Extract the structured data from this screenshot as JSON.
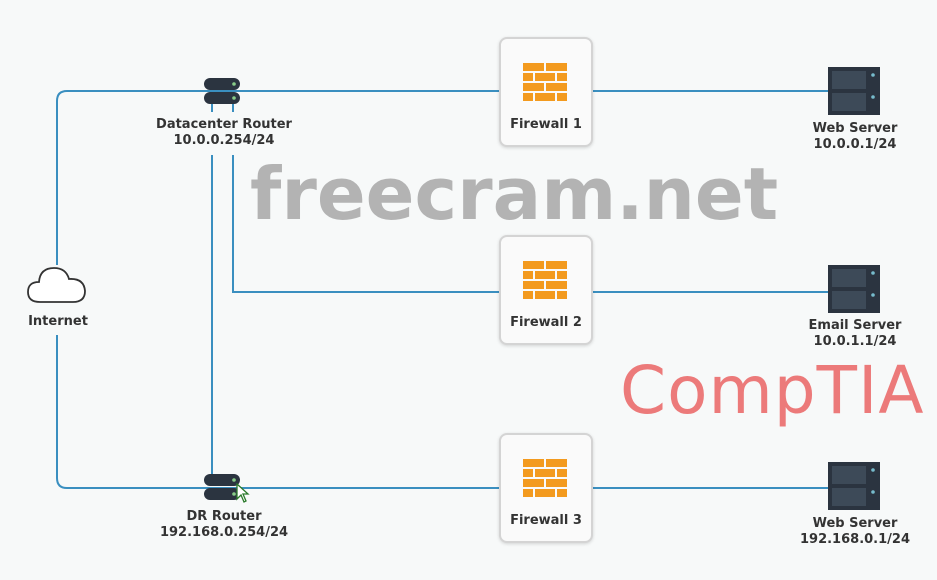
{
  "nodes": {
    "internet": {
      "label": "Internet"
    },
    "datacenter_router": {
      "label": "Datacenter Router",
      "ip": "10.0.0.254/24"
    },
    "dr_router": {
      "label": "DR Router",
      "ip": "192.168.0.254/24"
    },
    "firewall1": {
      "label": "Firewall 1"
    },
    "firewall2": {
      "label": "Firewall 2"
    },
    "firewall3": {
      "label": "Firewall 3"
    },
    "web_server1": {
      "label": "Web Server",
      "ip": "10.0.0.1/24"
    },
    "email_server": {
      "label": "Email Server",
      "ip": "10.0.1.1/24"
    },
    "web_server2": {
      "label": "Web Server",
      "ip": "192.168.0.1/24"
    }
  },
  "watermarks": {
    "site": "freecram.net",
    "brand": "CompTIA"
  },
  "colors": {
    "link": "#3a8fc0",
    "firewall": "#f39a1e",
    "server": "#2b3440"
  }
}
